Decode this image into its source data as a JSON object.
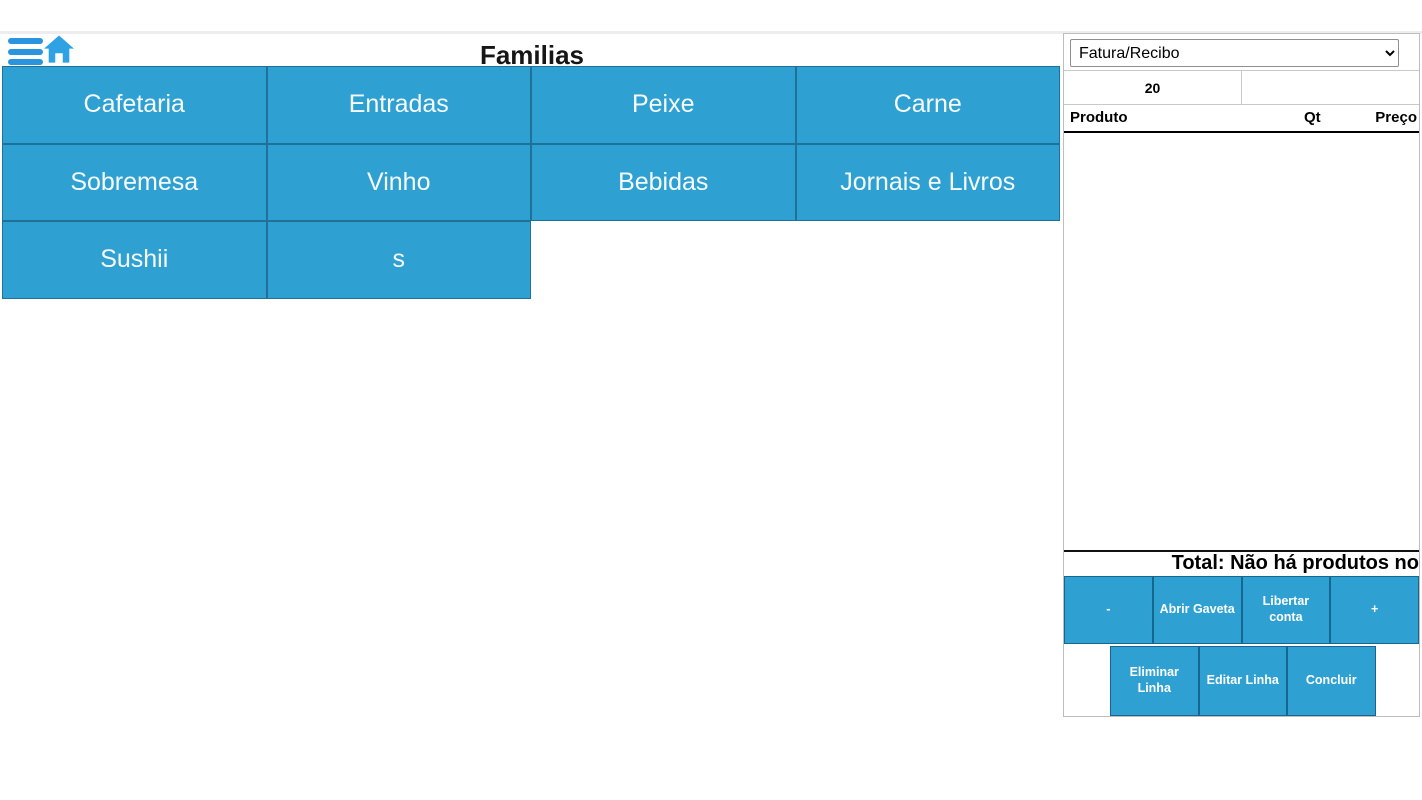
{
  "topbar": {
    "menu_icon": "hamburger-icon",
    "home_icon": "home-icon"
  },
  "main": {
    "title": "Familias",
    "families": [
      "Cafetaria",
      "Entradas",
      "Peixe",
      "Carne",
      "Sobremesa",
      "Vinho",
      "Bebidas",
      "Jornais e Livros",
      "Sushii",
      "s"
    ]
  },
  "order_panel": {
    "document_type": {
      "selected": "Fatura/Recibo"
    },
    "table_number": "20",
    "columns": {
      "product": "Produto",
      "qty": "Qt",
      "price": "Preço"
    },
    "items": [],
    "total_text": "Total: Não há produtos no",
    "actions_row1": [
      "-",
      "Abrir Gaveta",
      "Libertar\nconta",
      "+"
    ],
    "actions_row2": [
      "Eliminar\nLinha",
      "Editar Linha",
      "Concluir"
    ]
  },
  "colors": {
    "accent_blue": "#2ea1d2",
    "accent_border": "#1f7198",
    "icon_blue": "#2b94df",
    "panel_border": "#bdbdbd"
  }
}
